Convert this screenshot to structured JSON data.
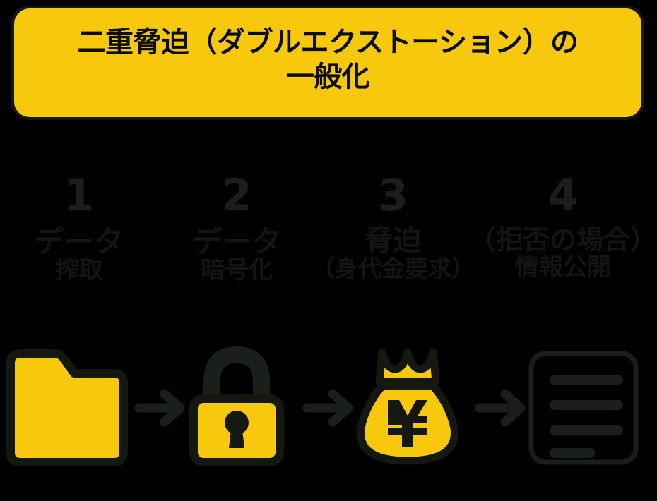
{
  "palette": {
    "background": "#000000",
    "accent_yellow": "#F7C80C",
    "dark": "#14180F",
    "step_number_dark": "#1B1F1B",
    "step_label_dark": "#13160F"
  },
  "title": {
    "line1": "二重脅迫（ダブルエクストーション）の",
    "line2": "一般化"
  },
  "steps": [
    {
      "number": "1",
      "label_main": "データ",
      "label_sub": "搾取",
      "icon": "folder-icon"
    },
    {
      "number": "2",
      "label_main": "データ",
      "label_sub": "暗号化",
      "icon": "lock-icon"
    },
    {
      "number": "3",
      "label_main": "脅迫",
      "label_sub": "（身代金要求）",
      "icon": "money-bag-icon"
    },
    {
      "number": "4",
      "label_main": "（拒否の場合）",
      "label_sub": "情報公開",
      "icon": "document-icon"
    }
  ],
  "connectors": [
    {
      "icon": "arrow-right-icon"
    },
    {
      "icon": "arrow-right-icon"
    },
    {
      "icon": "arrow-right-icon"
    }
  ],
  "money_bag_symbol": "¥"
}
